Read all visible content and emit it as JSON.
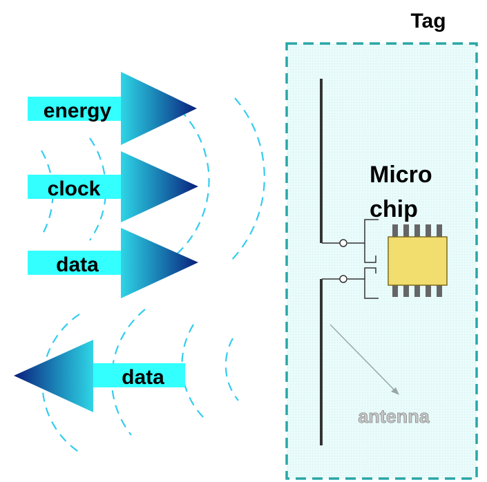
{
  "tag_title": "Tag",
  "reader_to_tag": {
    "signals": [
      "energy",
      "clock",
      "data"
    ]
  },
  "tag_to_reader": {
    "signal": "data"
  },
  "chip": {
    "label_line1": "Micro",
    "label_line2": "chip"
  },
  "antenna_label": "antenna",
  "colors": {
    "wave": "#33ccf0",
    "label_band": "#33ffff",
    "arrow_light": "#2fd5e6",
    "arrow_dark": "#0a1f7c",
    "chip": "#f2de6e",
    "tag_border": "#2aa6a6",
    "tag_fill": "#e9fbfb"
  }
}
